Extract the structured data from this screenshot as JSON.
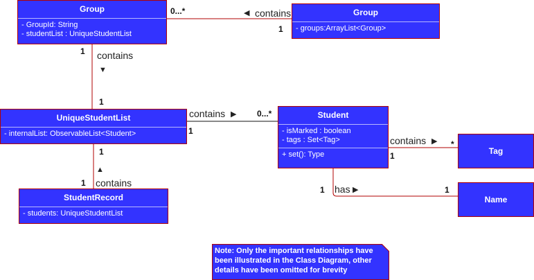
{
  "classes": {
    "group_left": {
      "name": "Group",
      "attributes": [
        "- GroupId: String",
        "- studentList : UniqueStudentList"
      ]
    },
    "group_right": {
      "name": "Group",
      "attributes": [
        "- groups:ArrayList<Group>"
      ]
    },
    "unique_student_list": {
      "name": "UniqueStudentList",
      "attributes": [
        "- internalList: ObservableList<Student>"
      ]
    },
    "student": {
      "name": "Student",
      "attributes": [
        "- isMarked : boolean",
        "- tags : Set<Tag>"
      ],
      "methods": [
        "+ set(): Type"
      ]
    },
    "student_record": {
      "name": "StudentRecord",
      "attributes": [
        "- students: UniqueStudentList"
      ]
    },
    "tag": {
      "name": "Tag"
    },
    "name": {
      "name": "Name"
    }
  },
  "relationships": {
    "groups_contain_group": {
      "label": "contains",
      "arrow": "◀",
      "mult_left": "0...*",
      "mult_right": "1"
    },
    "group_contains_list": {
      "label": "contains",
      "arrow": "▼",
      "mult_top": "1",
      "mult_bottom": "1"
    },
    "list_contains_student": {
      "label": "contains",
      "arrow": "▶",
      "mult_left": "1",
      "mult_right": "0...*"
    },
    "record_contains_list": {
      "label": "contains",
      "arrow": "▲",
      "mult_top": "1",
      "mult_bottom": "1"
    },
    "student_contains_tag": {
      "label": "contains",
      "arrow": "▶",
      "mult_left": "1",
      "mult_right": "*"
    },
    "student_has_name": {
      "label": "has",
      "arrow": "▶",
      "mult_left": "1",
      "mult_right": "1"
    }
  },
  "note": "Note: Only the important relationships have been illustrated in the Class Diagram, other details have been omitted for brevity",
  "colors": {
    "class_fill": "#3333ff",
    "border": "#b20000",
    "line": "#b20000",
    "text": "#ffffff"
  }
}
